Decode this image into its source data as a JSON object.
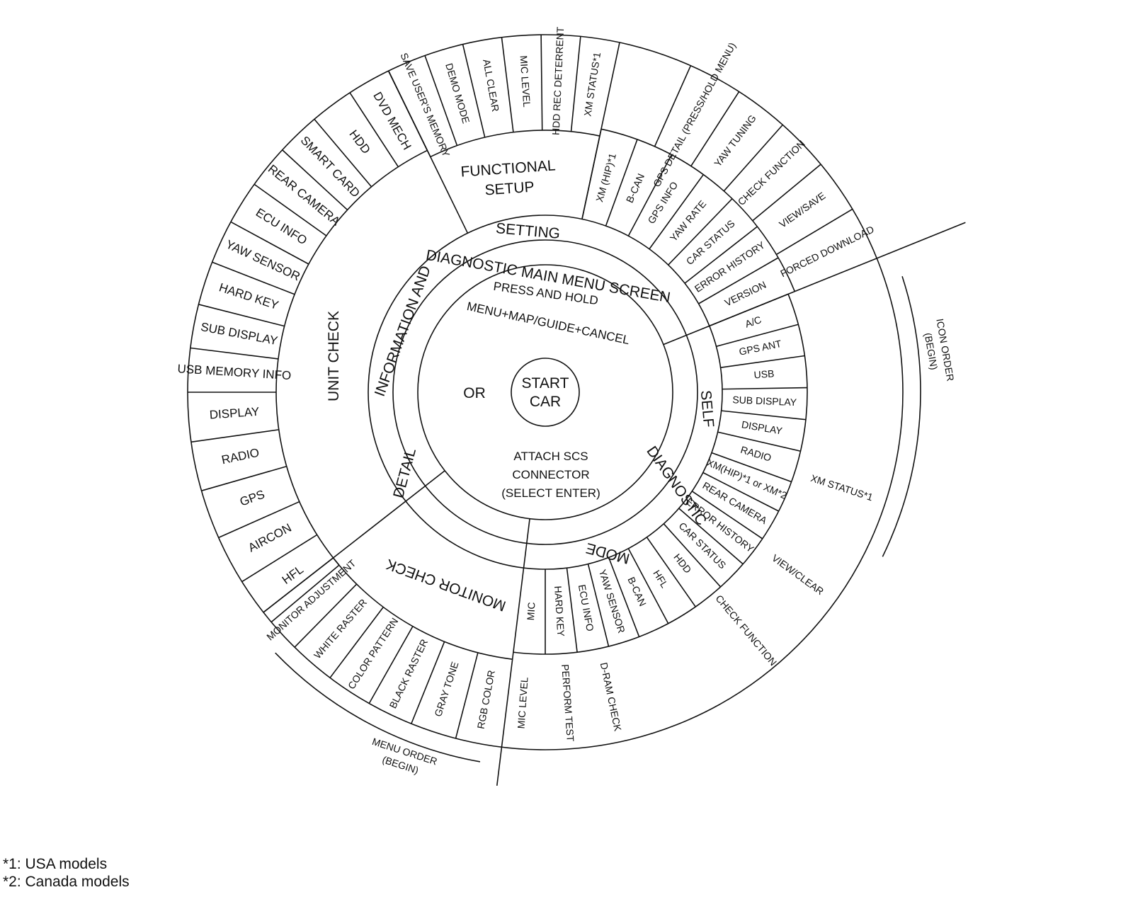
{
  "center": {
    "line1": "START",
    "line2": "CAR"
  },
  "or_label": "OR",
  "press_hold": {
    "line1": "PRESS AND HOLD",
    "line2": "MENU+MAP/GUIDE+CANCEL"
  },
  "attach": {
    "line1": "ATTACH SCS",
    "line2": "CONNECTOR",
    "line3": "(SELECT ENTER)"
  },
  "ring_labels": {
    "diagnostic_main_menu_screen": "DIAGNOSTIC  MAIN  MENU  SCREEN",
    "information_and": "INFORMATION  AND",
    "setting": "SETTING",
    "detail": "DETAIL",
    "self": "SELF",
    "diagnostic": "DIAGNOSTIC",
    "mode": "MODE"
  },
  "sections": {
    "unit_check": "UNIT CHECK",
    "monitor_check": "MONITOR CHECK",
    "functional_setup_1": "FUNCTIONAL",
    "functional_setup_2": "SETUP"
  },
  "unit_check_items": [
    "USB MEMORY INFO",
    "SUB DISPLAY",
    "HARD KEY",
    "YAW SENSOR",
    "ECU INFO",
    "REAR CAMERA",
    "SMART CARD",
    "HDD",
    "DVD MECH"
  ],
  "unit_check_lower_items": [
    "HFL",
    "AIRCON",
    "GPS",
    "RADIO",
    "DISPLAY"
  ],
  "functional_items": [
    "SAVE USER'S MEMORY",
    "DEMO MODE",
    "ALL CLEAR",
    "MIC LEVEL",
    "HDD REC DETERRENT",
    "XM STATUS*1"
  ],
  "setting_items": [
    "XM (HIP)*1",
    "B-CAN",
    "GPS INFO",
    "YAW RATE",
    "CAR STATUS",
    "ERROR HISTORY",
    "VERSION"
  ],
  "setting_outer_items": [
    "GPS DETAIL (PRESS/HOLD MENU)",
    "YAW TUNING",
    "CHECK FUNCTION",
    "VIEW/SAVE",
    "FORCED DOWNLOAD"
  ],
  "self_diag_items": [
    "A/C",
    "GPS ANT",
    "USB",
    "SUB DISPLAY",
    "DISPLAY",
    "RADIO",
    "XM(HIP)*1 or XM*2",
    "REAR CAMERA",
    "ERROR HISTORY",
    "CAR STATUS",
    "HDD",
    "HFL",
    "B-CAN",
    "YAW SENSOR",
    "ECU INFO",
    "HARD KEY",
    "MIC"
  ],
  "self_diag_outer_items": [
    "XM STATUS*1",
    "VIEW/CLEAR",
    "CHECK FUNCTION",
    "D-RAM CHECK",
    "PERFORM TEST",
    "MIC LEVEL"
  ],
  "monitor_items": [
    "MONITOR ADJUSTMENT",
    "WHITE RASTER",
    "COLOR PATTERN",
    "BLACK RASTER",
    "GRAY TONE",
    "RGB COLOR"
  ],
  "icon_order": {
    "line1": "ICON ORDER",
    "line2": "(BEGIN)"
  },
  "menu_order": {
    "line1": "MENU ORDER",
    "line2": "(BEGIN)"
  },
  "footnotes": [
    "*1: USA models",
    "*2: Canada models"
  ]
}
